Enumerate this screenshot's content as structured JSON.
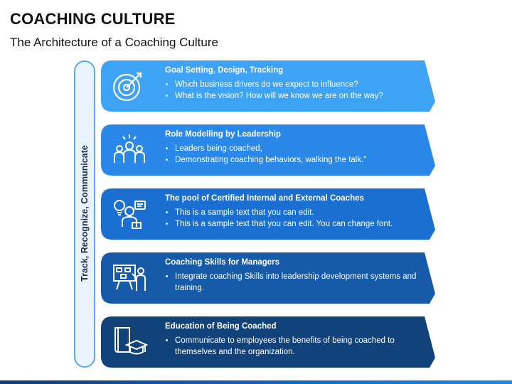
{
  "title": "COACHING CULTURE",
  "subtitle": "The Architecture of a Coaching Culture",
  "side_label": "Track, Recognize, Communicate",
  "rows": [
    {
      "heading": "Goal Setting, Design, Tracking",
      "bullets": [
        "Which business drivers do we expect to influence?",
        "What is the vision? How will we know we are on the way?"
      ],
      "color": "#3ea2f5",
      "icon": "target-icon"
    },
    {
      "heading": "Role Modelling by Leadership",
      "bullets": [
        "Leaders being coached,",
        "Demonstrating coaching behaviors, walking the talk.\""
      ],
      "color": "#2a89e8",
      "icon": "leadership-group-icon"
    },
    {
      "heading": "The pool of Certified Internal and External Coaches",
      "bullets": [
        "This is a sample text that you can edit.",
        "This is a sample text that you can edit. You can change font."
      ],
      "color": "#1a6fd0",
      "icon": "coach-idea-icon"
    },
    {
      "heading": "Coaching Skills for Managers",
      "bullets": [
        "Integrate coaching Skills into leadership development systems and training."
      ],
      "color": "#175aa8",
      "icon": "presentation-board-icon"
    },
    {
      "heading": "Education of Being Coached",
      "bullets": [
        "Communicate to employees the benefits of being coached to themselves and the organization."
      ],
      "color": "#12427a",
      "icon": "graduation-cap-icon"
    }
  ]
}
